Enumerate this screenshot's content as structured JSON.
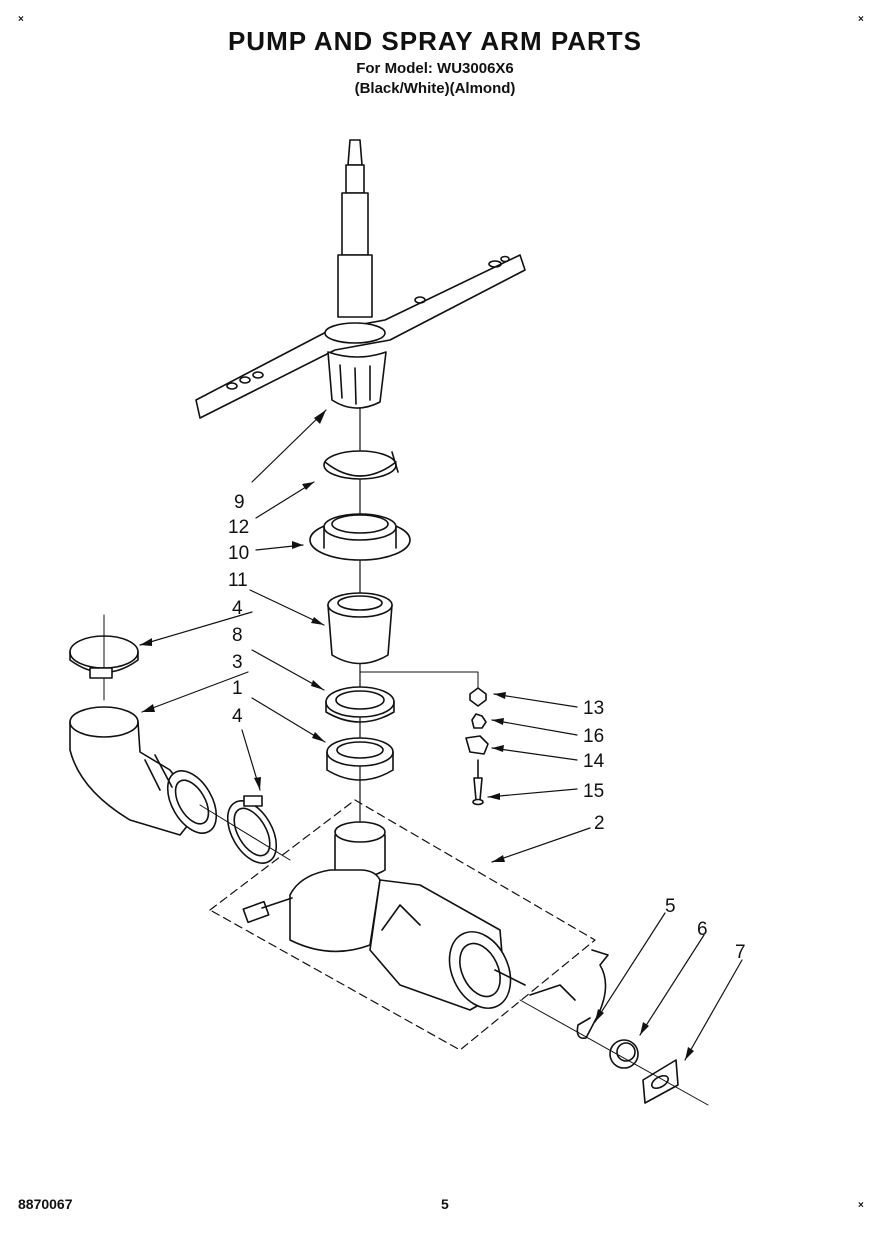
{
  "header": {
    "title": "PUMP AND SPRAY ARM PARTS",
    "model_line": "For Model: WU3006X6",
    "color_line": "(Black/White)(Almond)"
  },
  "corner_marks": {
    "top_left": "×",
    "top_right": "×",
    "bottom_right": "×"
  },
  "callouts": [
    "9",
    "12",
    "10",
    "11",
    "4",
    "8",
    "3",
    "1",
    "4",
    "13",
    "16",
    "14",
    "15",
    "2",
    "5",
    "6",
    "7"
  ],
  "footer": {
    "doc_number": "8870067",
    "page_number": "5"
  }
}
